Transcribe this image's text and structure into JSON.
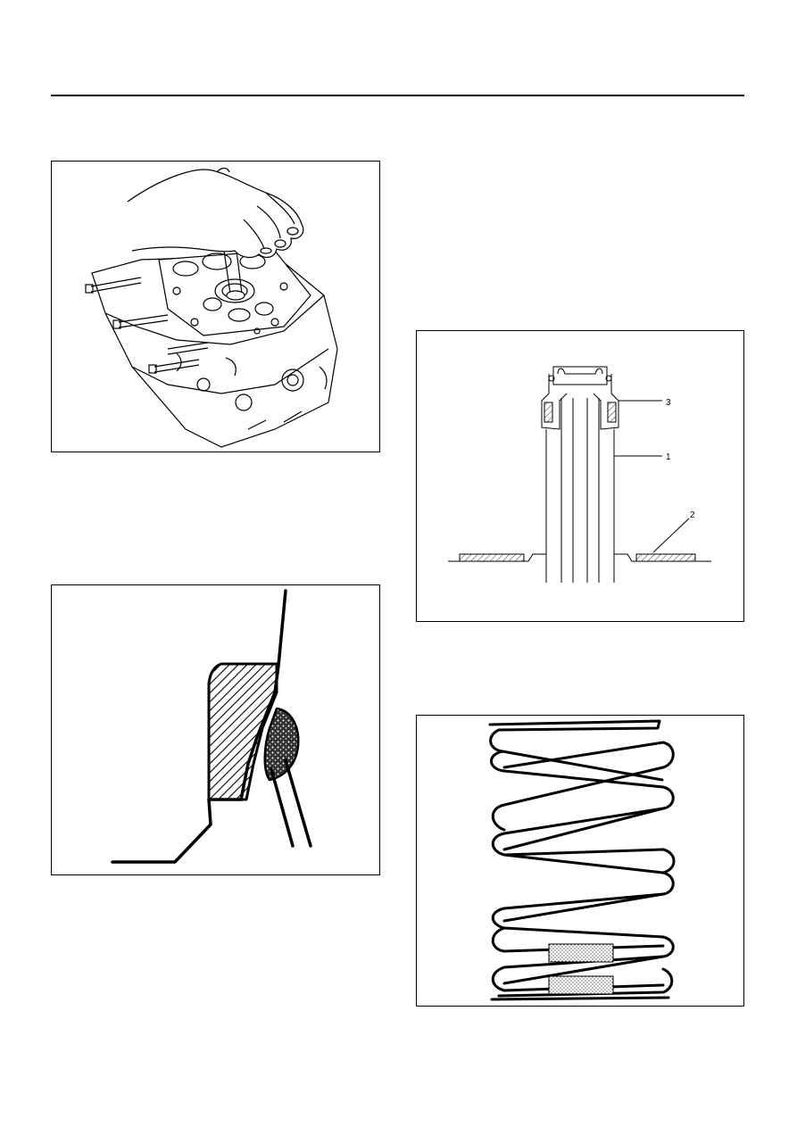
{
  "figures": [
    {
      "id": "fig1",
      "callouts": []
    },
    {
      "id": "fig2",
      "callouts": []
    },
    {
      "id": "fig3",
      "callouts": [
        "3",
        "1",
        "2"
      ]
    },
    {
      "id": "fig4",
      "callouts": []
    }
  ]
}
